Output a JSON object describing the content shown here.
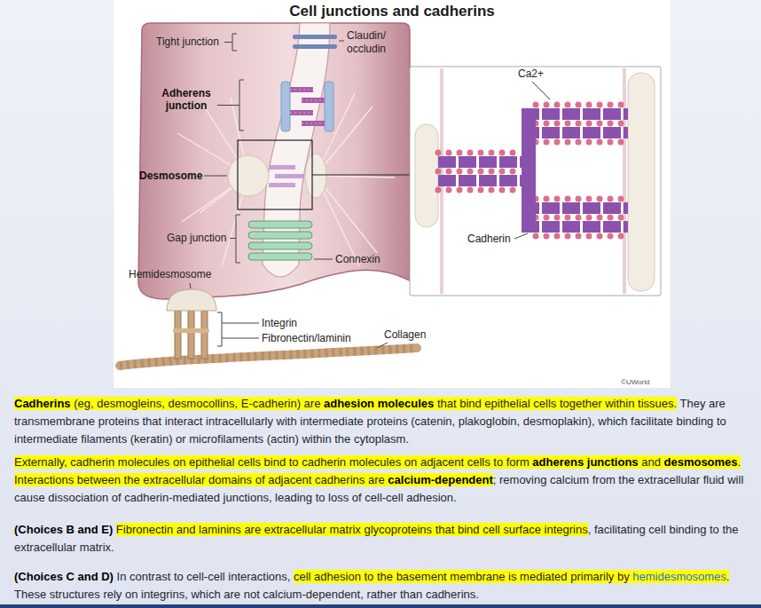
{
  "diagram": {
    "title": "Cell junctions and cadherins",
    "labels": [
      "Tight junction",
      "Claudin/ occludin",
      "Adherens junction",
      "Desmosome",
      "Gap junction",
      "Connexin",
      "Hemidesmosome",
      "Integrin",
      "Fibronectin/laminin",
      "Collagen",
      "Ca2+",
      "Cadherin",
      "©UWorld",
      "Cadherins",
      " (eg, desmogleins, desmocollins, E-cadherin) are ",
      "adhesion molecules",
      " that bind epithelial cells together within tissues.",
      " They are transmembrane proteins that interact intracellularly with intermediate proteins (catenin, plakoglobin, desmoplakin), which facilitate binding to intermediate filaments (keratin) or microfilaments (actin) within the cytoplasm.",
      "Externally, cadherin molecules on epithelial cells bind to cadherin molecules on adjacent cells to form ",
      "adherens junctions",
      " and ",
      "desmosomes",
      ".",
      " Interactions between the extracellular domains of adjacent cadherins are ",
      "calcium-dependent",
      "; removing calcium from the extracellular fluid will cause dissociation of cadherin-mediated junctions, leading to loss of cell-cell adhesion.",
      "(Choices B and E) ",
      "Fibronectin and laminins are extracellular matrix glycoproteins that bind cell surface integrins",
      ", facilitating cell binding to the extracellular matrix.",
      "(Choices C and D) ",
      "In contrast to cell-cell interactions, ",
      "cell adhesion to the basement membrane is mediated primarily by ",
      "hemidesmosomes",
      ".",
      " These structures rely on integrins, which are not calcium-dependent, rather than cadherins."
    ]
  }
}
